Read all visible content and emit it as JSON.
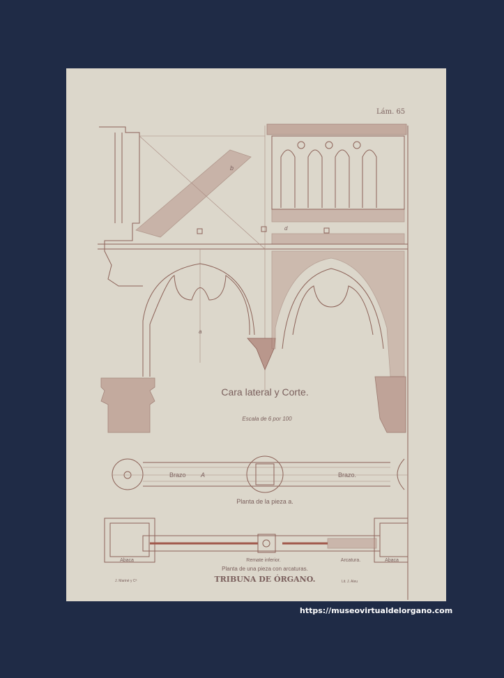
{
  "plate": {
    "plate_number": "Lám. 65",
    "main_caption": "Cara lateral y Corte.",
    "scale": "Escala de 6 por 100",
    "section_letters": [
      "b",
      "a",
      "d"
    ],
    "plan_a": {
      "left_label": "Brazo",
      "left_letter": "A",
      "right_label": "Brazo.",
      "caption": "Planta de la pieza a."
    },
    "plan_arcades": {
      "labels": [
        "Abaca",
        "Remate inferior.",
        "Arcatura.",
        "Abaca"
      ],
      "caption": "Planta de una pieza con arcaturas."
    },
    "title": "TRIBUNA DE ÓRGANO.",
    "credit_left": "J. Mariné y Cª",
    "credit_right": "Lit. J. Aleu"
  },
  "watermark": "https://museovirtualdelorgano.com",
  "colors": {
    "background": "#1f2b46",
    "paper": "#dcd7cb",
    "ink": "#8c6258"
  }
}
